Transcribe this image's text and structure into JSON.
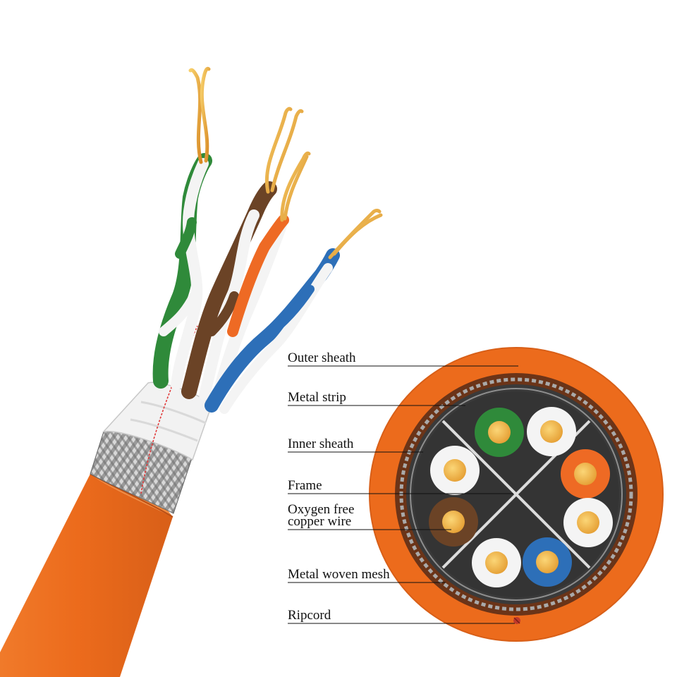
{
  "colors": {
    "outer_sheath": "#ec6b1c",
    "outer_sheath_dark": "#c9541a",
    "braid": "#8a8a8a",
    "copper": "#e9a93b",
    "pair_green": "#2f8a3a",
    "pair_orange": "#ee6a24",
    "pair_brown": "#6b4326",
    "pair_blue": "#2d6fb8",
    "white": "#f4f4f4"
  },
  "labels": {
    "outer_sheath": "Outer sheath",
    "metal_strip": "Metal strip",
    "inner_sheath": "Inner sheath",
    "frame": "Frame",
    "oxygen_free_line1": "Oxygen free",
    "oxygen_free_line2": "copper wire",
    "metal_woven_mesh": "Metal woven mesh",
    "ripcord": "Ripcord"
  }
}
